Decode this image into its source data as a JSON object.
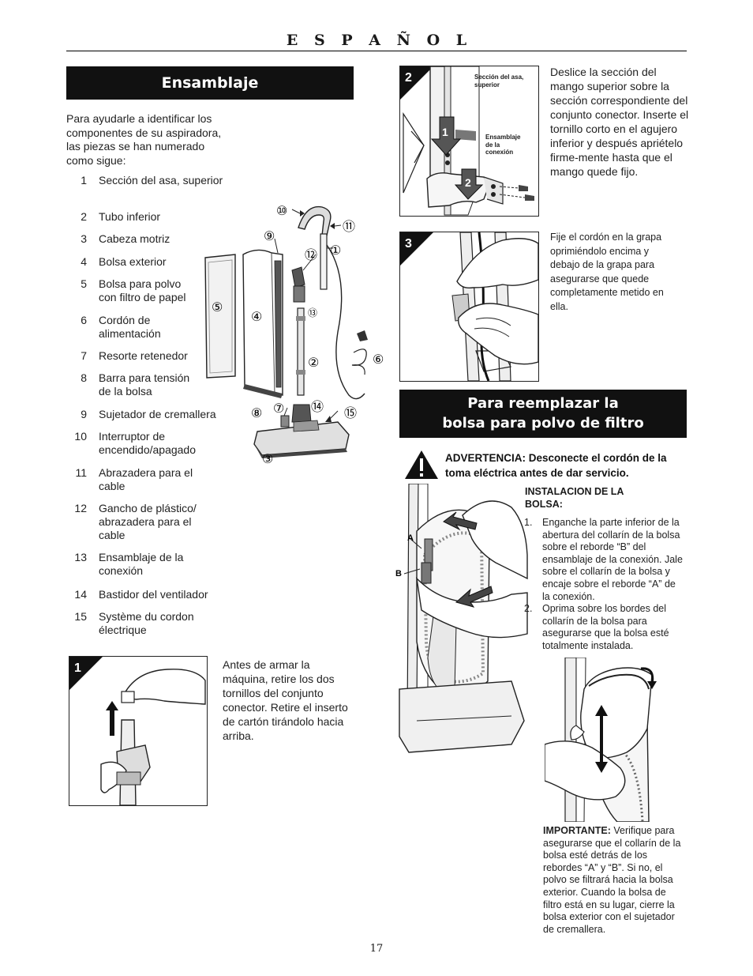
{
  "header": {
    "language": "E S P A Ñ O L"
  },
  "left_section": {
    "title": "Ensamblaje",
    "intro": "Para ayudarle a identificar los componentes de su aspiradora, las piezas se han numerado como sigue:",
    "parts": [
      {
        "num": "1",
        "label": "Sección del asa, superior"
      },
      {
        "num": "2",
        "label": "Tubo inferior"
      },
      {
        "num": "3",
        "label": "Cabeza motriz"
      },
      {
        "num": "4",
        "label": "Bolsa exterior"
      },
      {
        "num": "5",
        "label": "Bolsa para polvo con filtro de papel"
      },
      {
        "num": "6",
        "label": "Cordón de alimentación"
      },
      {
        "num": "7",
        "label": "Resorte retenedor"
      },
      {
        "num": "8",
        "label": "Barra para tensión de la bolsa"
      },
      {
        "num": "9",
        "label": "Sujetador de cremallera"
      },
      {
        "num": "10",
        "label": "Interruptor de encendido/apagado"
      },
      {
        "num": "11",
        "label": "Abrazadera para el cable"
      },
      {
        "num": "12",
        "label": "Gancho de plástico/ abrazadera para el cable"
      },
      {
        "num": "13",
        "label": "Ensamblaje de la conexión"
      },
      {
        "num": "14",
        "label": "Bastidor del ventilador"
      },
      {
        "num": "15",
        "label": "Système du cordon électrique"
      }
    ],
    "diagram_callouts": [
      "①",
      "②",
      "③",
      "④",
      "⑤",
      "⑥",
      "⑦",
      "⑧",
      "⑨",
      "⑩",
      "⑪",
      "⑫",
      "⑬",
      "⑭",
      "⑮"
    ],
    "step1": {
      "num": "1",
      "text": "Antes de armar la máquina, retire los dos tornillos del conjunto conector. Retire el inserto de cartón tirándolo hacia arriba."
    }
  },
  "right_section": {
    "step2": {
      "num": "2",
      "label_upper": "Sección del asa, superior",
      "label_conn": "Ensamblaje de la conexión",
      "arrow1": "1",
      "arrow2": "2",
      "text": "Deslice la sección del mango superior sobre la sección correspondiente del conjunto conector. Inserte el tornillo corto en el agujero inferior y después apriételo firme-mente hasta que el mango quede fijo."
    },
    "step3": {
      "num": "3",
      "text": "Fije el cordón en la grapa oprimiéndolo encima y debajo de la grapa para asegurarse que quede completamente metido en ella."
    },
    "replace_title_line1": "Para reemplazar la",
    "replace_title_line2": "bolsa para polvo de filtro",
    "warning": "ADVERTENCIA: Desconecte el cordón de la toma eléctrica antes de dar servicio.",
    "install_heading": "INSTALACION DE LA BOLSA:",
    "install_steps": [
      {
        "num": "1.",
        "text": "Enganche la parte inferior de la abertura del collarín de la bolsa sobre el reborde “B” del ensamblaje de la conexión. Jale sobre el collarín de la bolsa y encaje sobre el reborde “A” de la conexión."
      },
      {
        "num": "2.",
        "text": "Oprima sobre los bordes del collarín de la bolsa para asegurarse que la bolsa esté totalmente instalada."
      }
    ],
    "label_a": "A",
    "label_b": "B",
    "important_label": "IMPORTANTE:",
    "important_text": " Verifique para asegurarse que el collarín de la bolsa esté detrás de los rebordes “A” y “B”. Si no, el polvo se filtrará hacia la bolsa exterior. Cuando la bolsa de filtro está en su lugar, cierre la bolsa exterior con el sujetador de cremallera."
  },
  "page_number": "17"
}
